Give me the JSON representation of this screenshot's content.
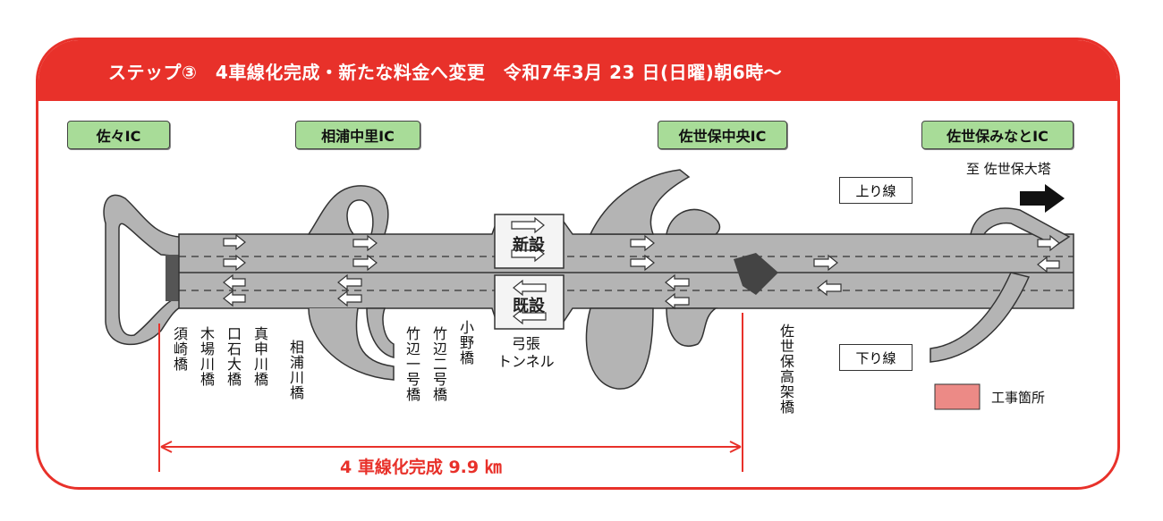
{
  "header": {
    "title": "ステップ③　4車線化完成・新たな料金へ変更　令和7年3月 23 日(日曜)朝6時～"
  },
  "interchanges": [
    "佐々IC",
    "相浦中里IC",
    "佐世保中央IC",
    "佐世保みなとIC"
  ],
  "bridges": [
    "須崎橋",
    "木場川橋",
    "口石大橋",
    "真申川橋",
    "相浦川橋",
    "竹辺一号橋",
    "竹辺二号橋",
    "小野橋"
  ],
  "tunnel": {
    "name": "弓張\nトンネル",
    "new_label": "新設",
    "existing_label": "既設"
  },
  "viaduct": "佐世保高架橋",
  "direction": {
    "up": "上り線",
    "down": "下り線",
    "destination": "至 佐世保大塔"
  },
  "legend": {
    "construction": "工事箇所"
  },
  "dimension": {
    "label": "4 車線化完成 9.9 ㎞"
  },
  "colors": {
    "accent": "#e8312a",
    "ic_bg": "#a8dc98",
    "road": "#b4b4b4",
    "construction": "#ec8a86"
  }
}
